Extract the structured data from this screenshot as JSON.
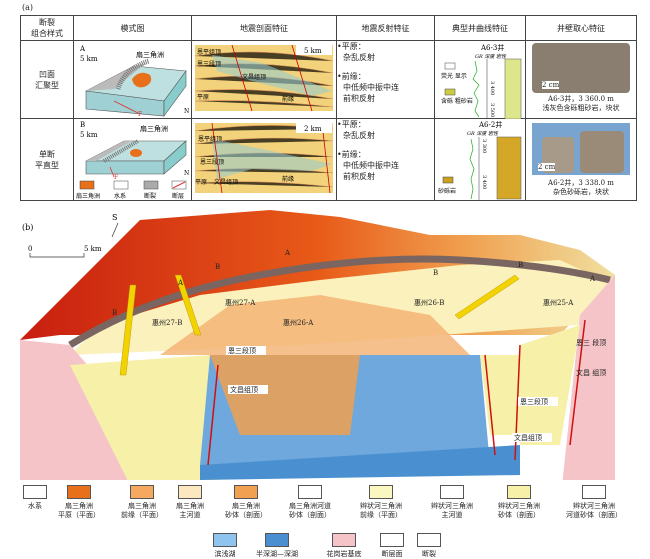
{
  "panel_a": {
    "label": "(a)",
    "headers": [
      "断裂\n组合样式",
      "模式图",
      "地震剖面特征",
      "地震反射特征",
      "典型井曲线特征",
      "井壁取心特征"
    ],
    "rows": [
      {
        "style": "凹面\n汇聚型",
        "model_label": "A",
        "model_scale": "5 km",
        "model_fan": "扇三角洲",
        "model_fault": "F",
        "model_north": "N",
        "seis_scale": "5 km",
        "seis_labels": [
          "恩平组顶",
          "恩三段顶",
          "文昌组顶",
          "平原",
          "前缘"
        ],
        "refl": [
          "•平原：",
          "杂乱反射",
          "•前缘：",
          "中低频中振中连",
          "前积反射"
        ],
        "well": "A6-3井",
        "well_cols": "GR 深度 岩性",
        "well_depths": [
          "3 400",
          "3 500"
        ],
        "well_legend": [
          "荧光\n显示",
          "含砾\n粗砂岩"
        ],
        "core_scale": "2 cm",
        "core_caption": "A6-3井，3 360.0 m\n浅灰色含砾粗砂岩，块状"
      },
      {
        "style": "单断\n平直型",
        "model_label": "B",
        "model_scale": "5 km",
        "model_fan": "扇三角洲",
        "model_fault": "F",
        "model_north": "N",
        "seis_scale": "2 km",
        "seis_labels": [
          "恩平组顶",
          "恩三段顶",
          "文昌组顶",
          "平原",
          "前缘"
        ],
        "refl": [
          "•平原：",
          "杂乱反射",
          "•前缘：",
          "中低频中振中连",
          "前积反射"
        ],
        "well": "A6-2井",
        "well_cols": "GR 深度  岩性",
        "well_depths": [
          "3 300",
          "3 400"
        ],
        "well_legend": [
          "砂砾岩"
        ],
        "core_scale": "2 cm",
        "core_caption": "A6-2井，3 338.0 m\n杂色砂砾岩，块状"
      }
    ],
    "model_legend": [
      "扇三角洲",
      "水系",
      "断裂",
      "断层"
    ]
  },
  "panel_b": {
    "label": "(b)",
    "north": "S",
    "scale": [
      "0",
      "5 km"
    ],
    "fields": [
      "惠州27-A",
      "惠州27-B",
      "惠州26-A",
      "惠州26-B",
      "惠州25-A"
    ],
    "ab": [
      "A",
      "B"
    ],
    "horizons": [
      "恩三段顶",
      "文昌组顶",
      "恩三段顶",
      "文昌组顶",
      "恩三\n段顶",
      "文昌\n组顶"
    ]
  },
  "legend": [
    {
      "name": "水系",
      "c": "#fff"
    },
    {
      "name": "扇三角洲\n平原（平面）",
      "c": "#e8701a"
    },
    {
      "name": "扇三角洲\n前缘（平面）",
      "c": "#f4a860"
    },
    {
      "name": "扇三角洲\n主河道",
      "c": "#fbe7c0"
    },
    {
      "name": "扇三角洲\n砂体（剖面）",
      "c": "#f0a050"
    },
    {
      "name": "扇三角洲河道\n砂体（剖面）",
      "c": "#fff"
    },
    {
      "name": "辫状河三角洲\n前缘（平面）",
      "c": "#fbf7c0"
    },
    {
      "name": "辫状河三角洲\n主河道",
      "c": "#fff"
    },
    {
      "name": "辫状河三角洲\n砂体（剖面）",
      "c": "#f6f0a8"
    },
    {
      "name": "辫状河三角洲\n河道砂体（剖面）",
      "c": "#fff"
    },
    {
      "name": "滨浅湖",
      "c": "#8ec4ee"
    },
    {
      "name": "半深湖—深湖",
      "c": "#4a90d0"
    },
    {
      "name": "花岗岩基底",
      "c": "#f4c4c8"
    },
    {
      "name": "断层面",
      "c": "#fff"
    },
    {
      "name": "断裂",
      "c": "#fff"
    }
  ]
}
